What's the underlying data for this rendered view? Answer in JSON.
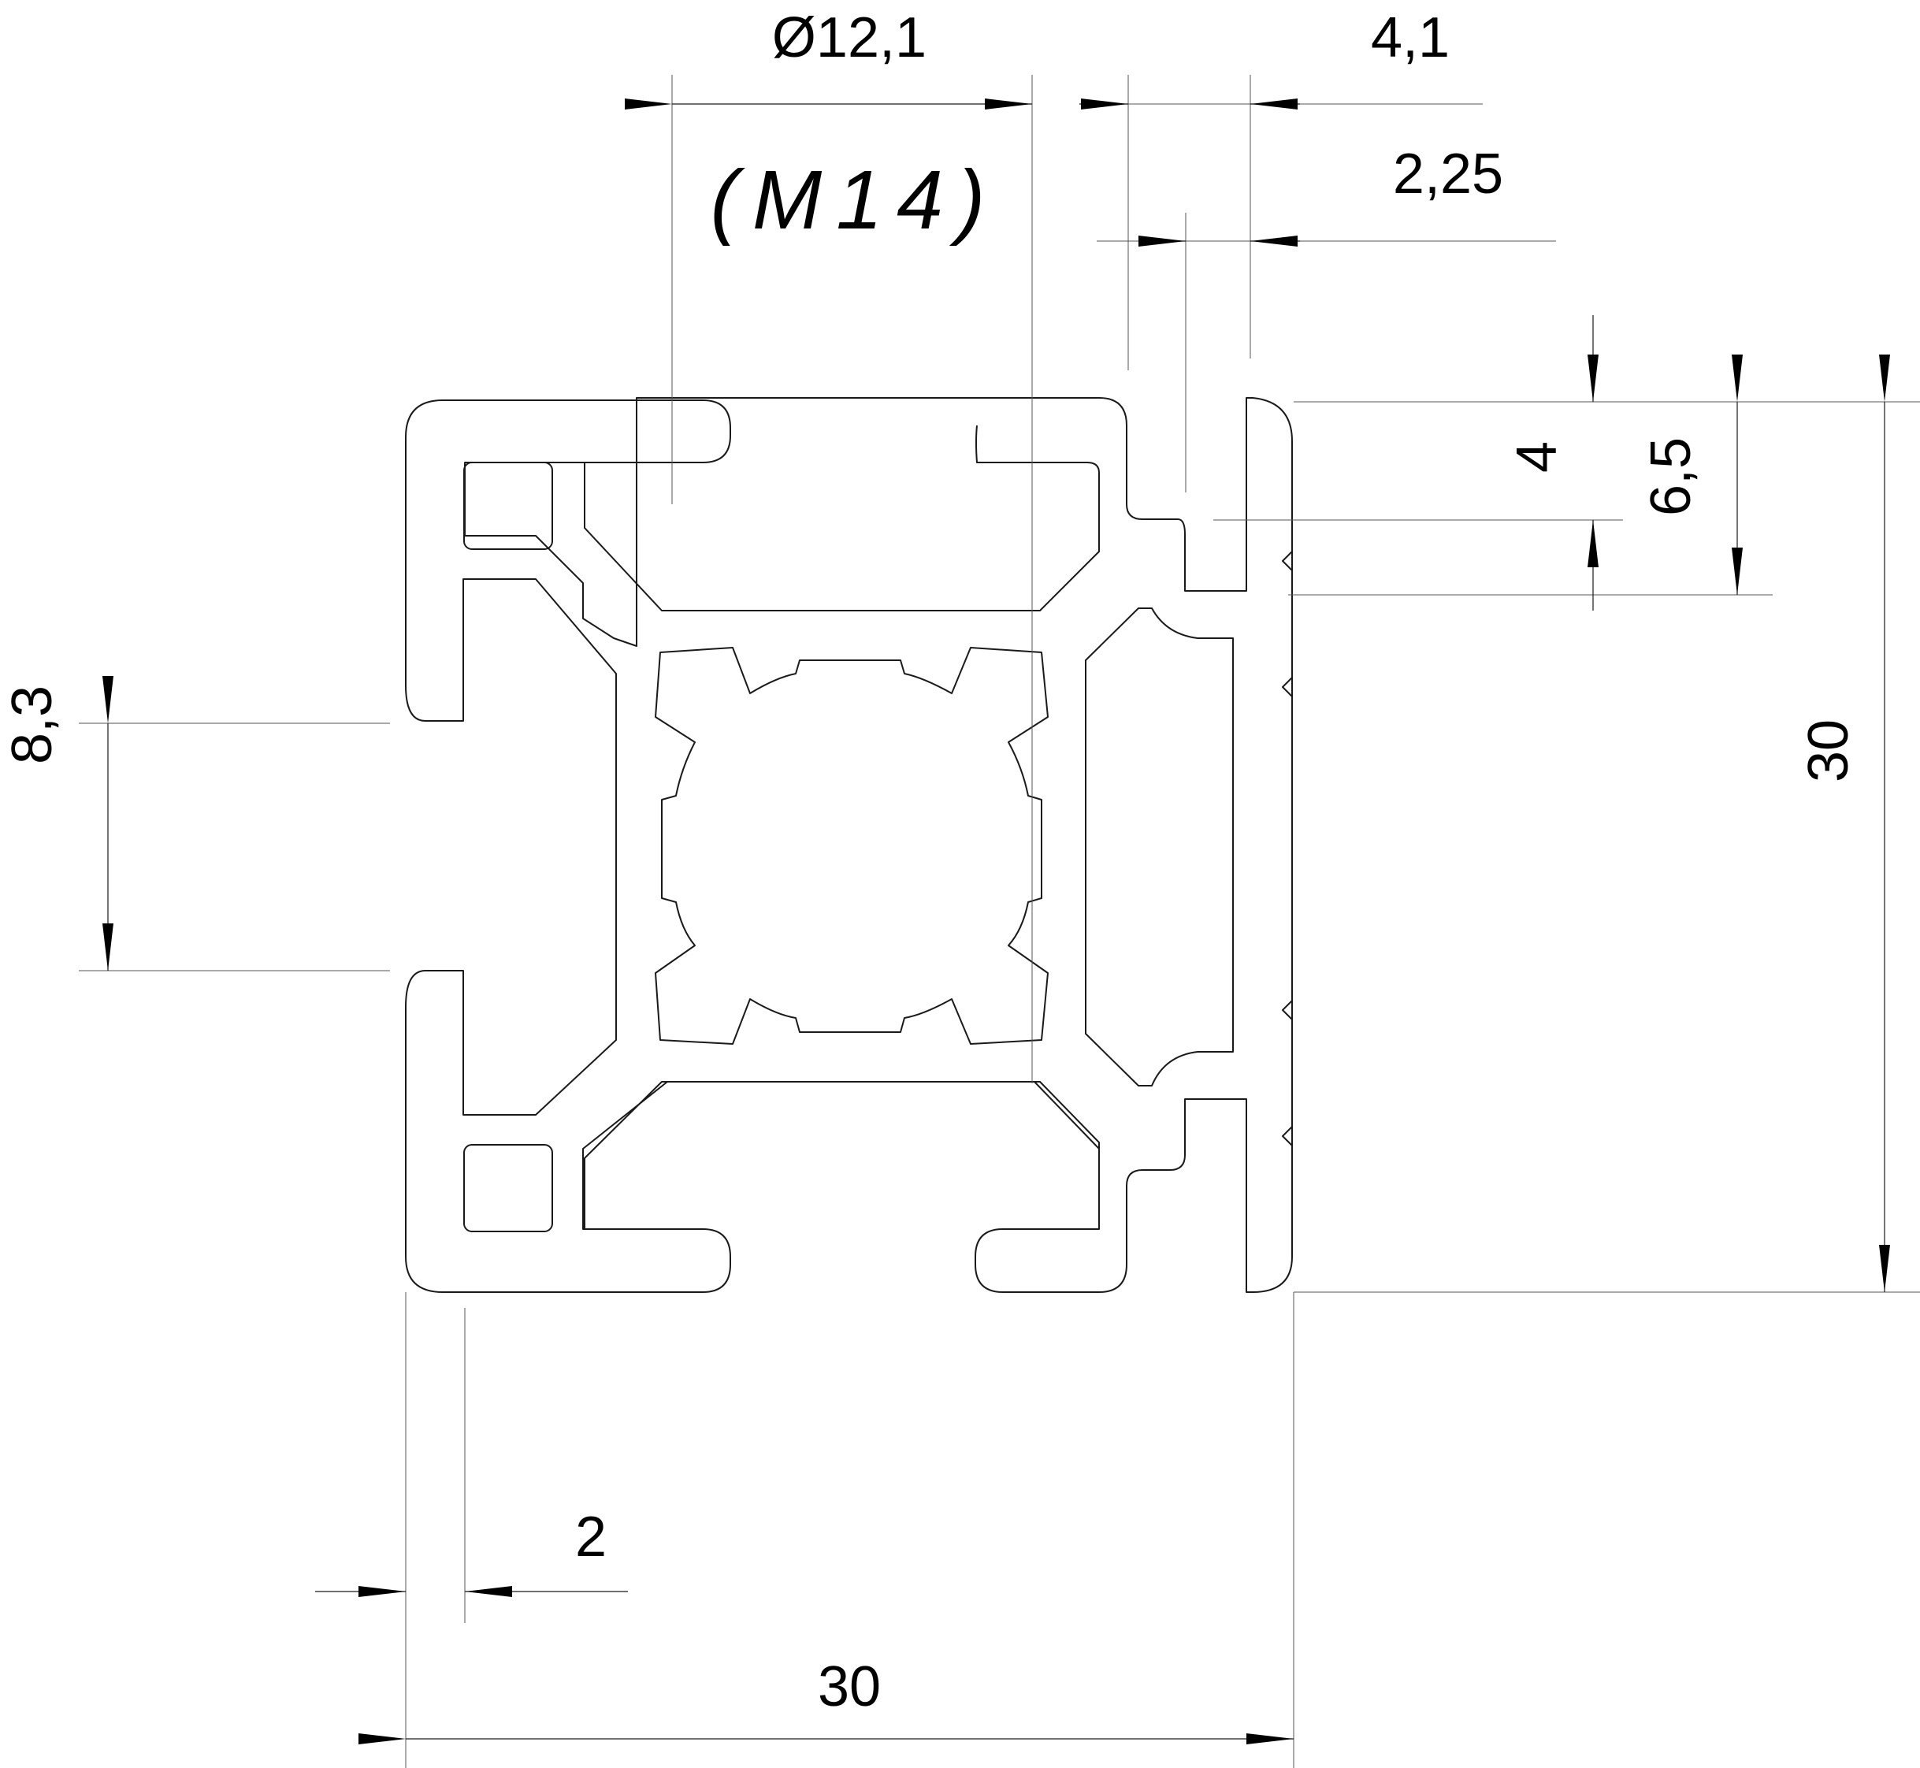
{
  "drawing": {
    "title": "(M14)",
    "dimensions": {
      "bore_diameter": "Ø12,1",
      "top_slot_offset": "4,1",
      "top_slot_depth": "2,25",
      "side_lip": "4",
      "side_slot_depth": "6,5",
      "slot_width": "8,3",
      "wall_thickness": "2",
      "width": "30",
      "height": "30"
    }
  }
}
